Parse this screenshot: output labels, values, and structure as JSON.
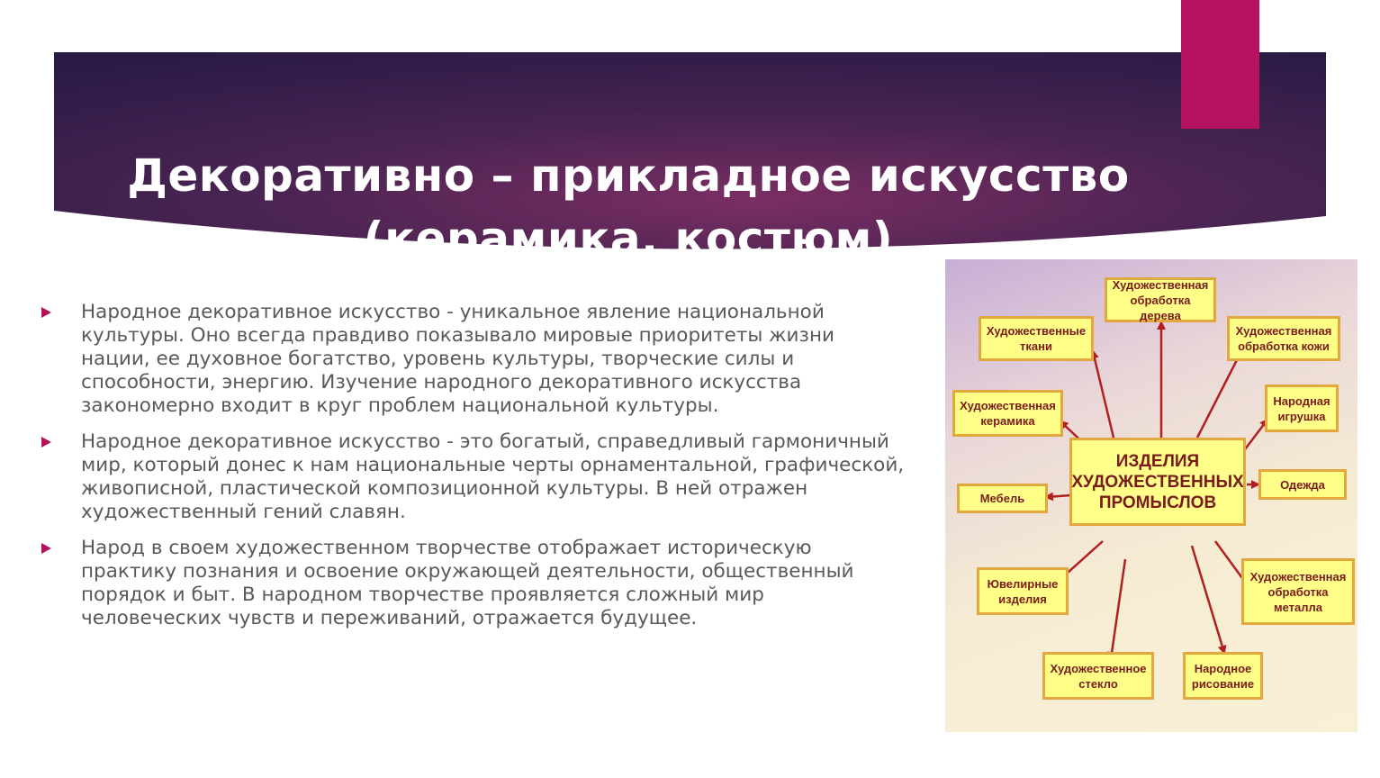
{
  "slide": {
    "title_line1": "Декоративно – прикладное искусство",
    "title_line2": "(керамика, костюм)"
  },
  "bullets": [
    "Народное декоративное искусство - уникальное явление национальной культуры. Оно всегда правдиво показывало мировые приоритеты жизни нации, ее духовное богатство, уровень культуры, творческие силы и способности, энергию. Изучение народного декоративного искусства закономерно входит в круг проблем национальной культуры.",
    "Народное декоративное искусство - это богатый, справедливый гармоничный мир, который донес к нам национальные черты орнаментальной, графической, живописной, пластической композиционной культуры. В ней отражен художественный гений славян.",
    "Народ в своем художественном творчестве отображает историческую практику познания и освоение окружающей деятельности, общественный порядок и быт. В народном творчестве проявляется сложный мир человеческих чувств и переживаний, отражается будущее."
  ],
  "diagram": {
    "center": "ИЗДЕЛИЯ ХУДОЖЕСТВЕННЫХ ПРОМЫСЛОВ",
    "wood": "Художественная обработка дерева",
    "textiles": "Художественные ткани",
    "leather": "Художественная обработка кожи",
    "ceramics": "Художественная керамика",
    "toy": "Народная игрушка",
    "clothing": "Одежда",
    "furniture": "Мебель",
    "jewelry": "Ювелирные изделия",
    "metal": "Художественная обработка металла",
    "glass": "Художественное стекло",
    "drawing": "Народное рисование"
  },
  "colors": {
    "accent": "#b5135f",
    "band_dark": "#2b1c4a",
    "band_mid": "#6a2a5e",
    "text": "#595959",
    "box_fill": "#ffff88",
    "box_border": "#e2a83e",
    "arrow": "#b02020"
  }
}
